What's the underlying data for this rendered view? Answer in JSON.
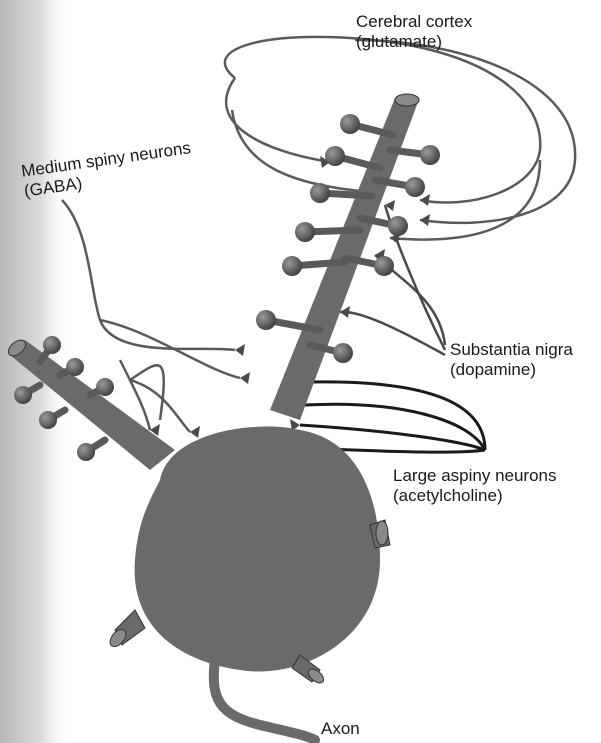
{
  "labels": {
    "cortex": {
      "line1": "Cerebral cortex",
      "line2": "(glutamate)"
    },
    "msn": {
      "line1": "Medium spiny neurons",
      "line2": "(GABA)"
    },
    "nigra": {
      "line1": "Substantia nigra",
      "line2": "(dopamine)"
    },
    "aspiny": {
      "line1": "Large aspiny neurons",
      "line2": "(acetylcholine)"
    },
    "axon": "Axon"
  },
  "colors": {
    "neuron_body": "#6a6a6a",
    "spine": "#5a5a5a",
    "fiber": "#4a4a4a",
    "dark_fiber": "#1a1a1a",
    "background_strip": "#c8c8c8"
  }
}
